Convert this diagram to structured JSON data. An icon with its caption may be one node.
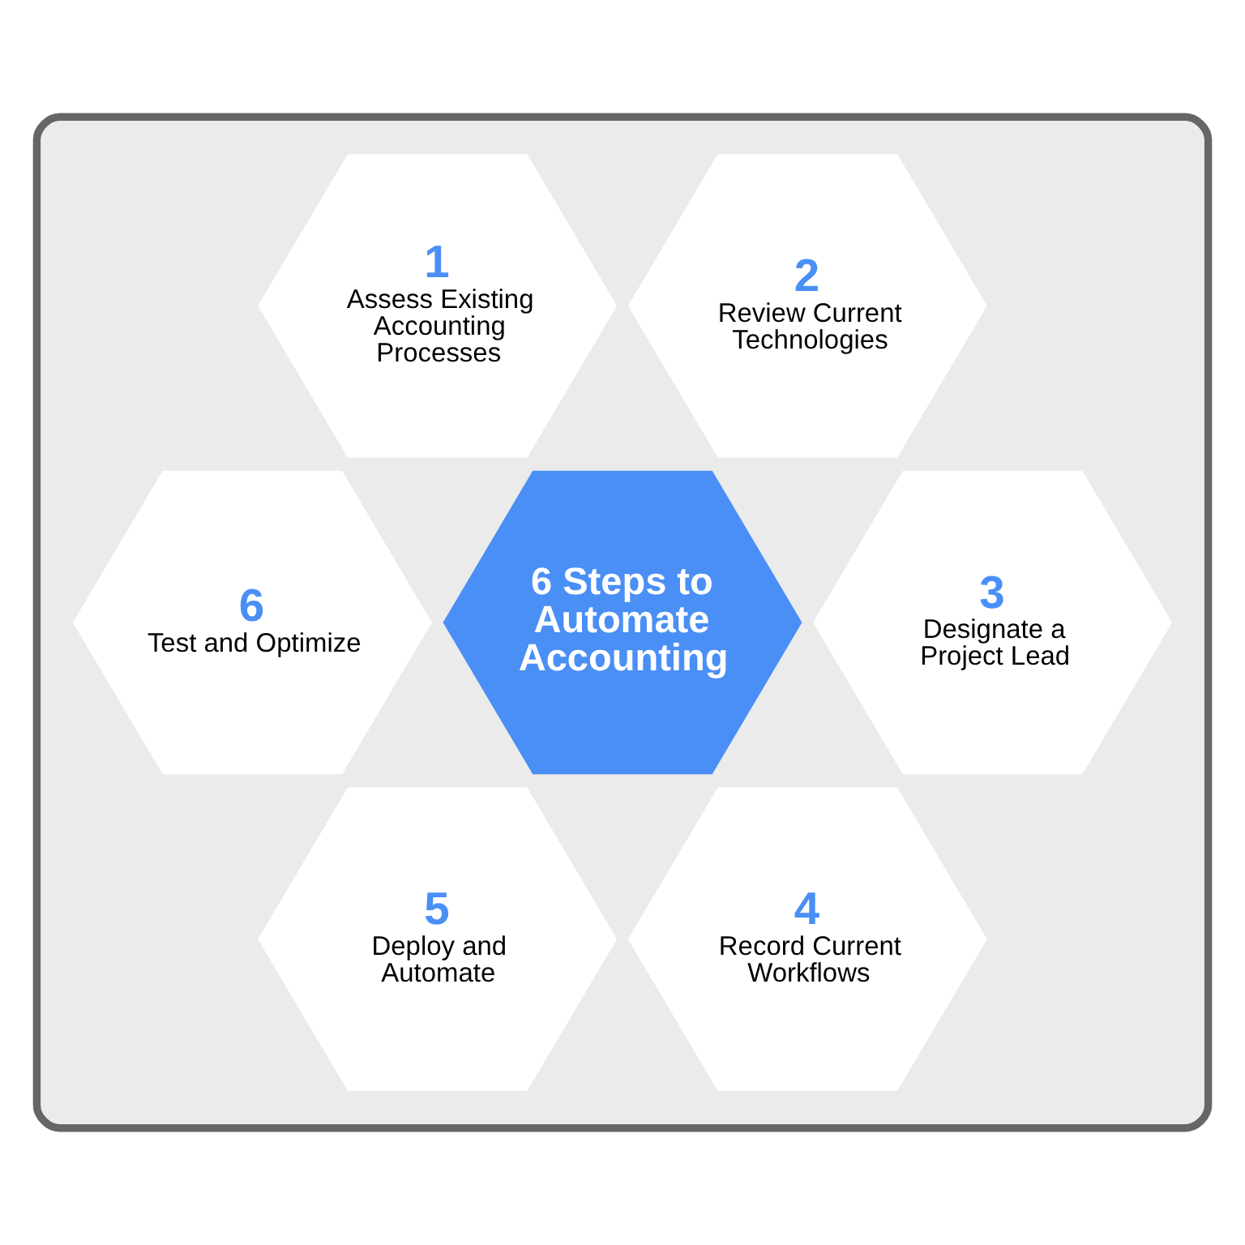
{
  "diagram": {
    "nodes": [
      {
        "text": [],
        "shape": "box"
      },
      {
        "text": [
          "1",
          "Assess Existing Accounting Processes"
        ],
        "in": 0
      },
      {
        "text": [
          "2",
          "Review Current Technologies"
        ],
        "in": 0
      },
      {
        "text": [
          "6",
          "Test and Optimize"
        ],
        "in": 0
      },
      {
        "text": [
          "6 Steps to Automate Accounting"
        ],
        "in": 0
      },
      {
        "text": [
          "3",
          "Designate a Project Lead"
        ],
        "in": 0
      },
      {
        "text": [
          "5",
          "Deploy and Automate"
        ],
        "in": 0
      },
      {
        "text": [
          "4",
          "Record Current Workflows"
        ],
        "in": 0
      }
    ],
    "edges": []
  }
}
